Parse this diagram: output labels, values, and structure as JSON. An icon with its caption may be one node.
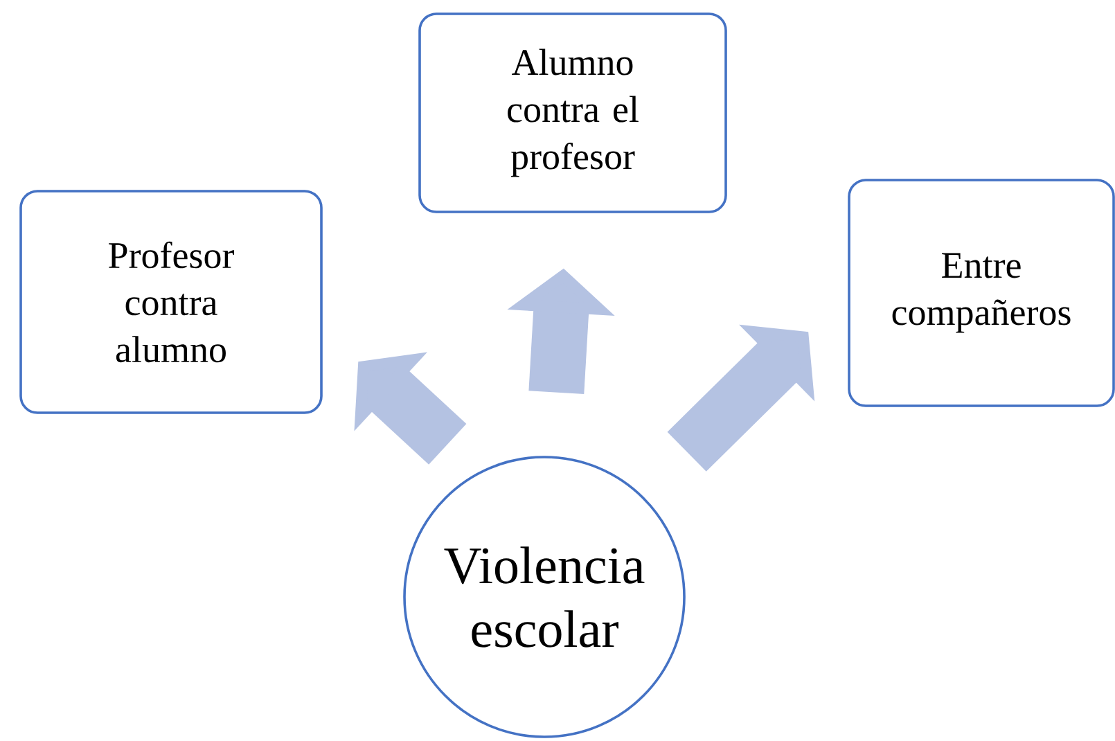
{
  "diagram": {
    "nodes": [
      {
        "text": [
          "Violencia escolar"
        ]
      },
      {
        "text": [
          "Profesor contra alumno"
        ]
      },
      {
        "text": [
          "Alumno contra el profesor"
        ]
      },
      {
        "text": [
          "Entre compañeros"
        ]
      }
    ],
    "edges": [
      {
        "from": 0,
        "to": 1,
        "arrow": "to"
      },
      {
        "from": 0,
        "to": 2,
        "arrow": "to"
      },
      {
        "from": 0,
        "to": 3,
        "arrow": "to"
      }
    ]
  }
}
